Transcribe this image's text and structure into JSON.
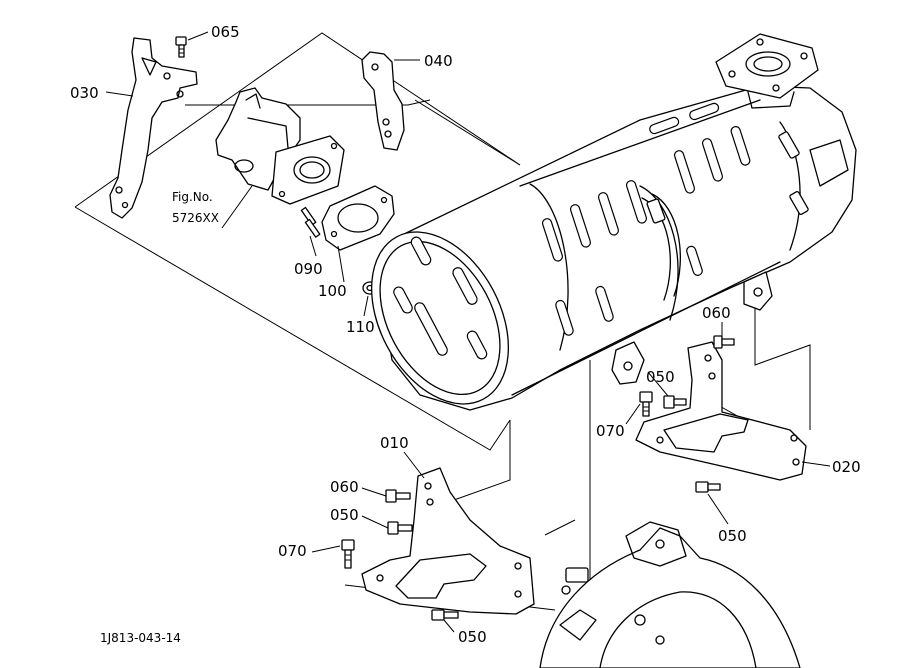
{
  "diagram_code": "1J813-043-14",
  "figure_reference": {
    "line1": "Fig.No.",
    "line2": "5726XX"
  },
  "callouts": {
    "c010": "010",
    "c020": "020",
    "c030": "030",
    "c040": "040",
    "c050_a": "050",
    "c050_b": "050",
    "c050_c": "050",
    "c050_d": "050",
    "c060_a": "060",
    "c060_b": "060",
    "c065": "065",
    "c070_a": "070",
    "c070_b": "070",
    "c090": "090",
    "c100": "100",
    "c110": "110"
  }
}
